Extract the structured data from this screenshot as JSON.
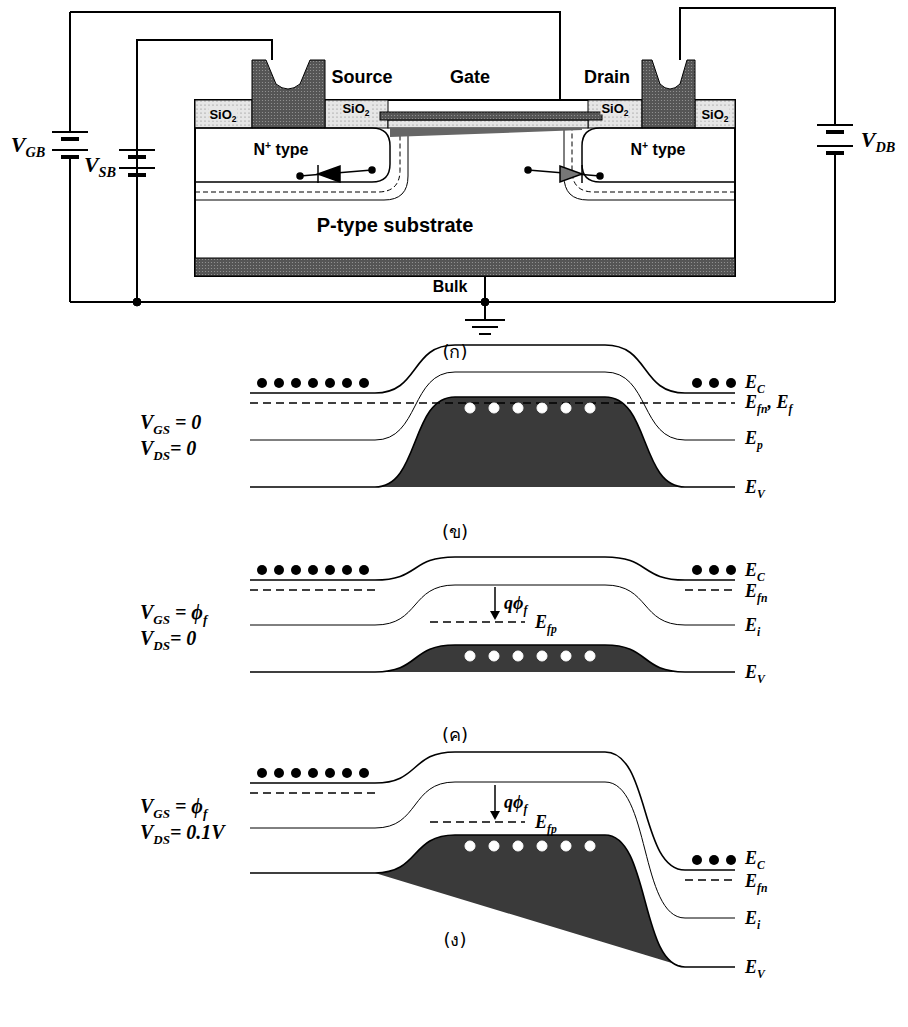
{
  "diagram": {
    "nodes": [
      {
        "text": [
          "P-type substrate"
        ]
      },
      {
        "text": [
          "N+ type"
        ],
        "in": 0
      },
      {
        "text": [
          "N+ type"
        ],
        "in": 0
      }
    ],
    "labels": [
      "VGB",
      "VSB",
      "Source",
      "Gate",
      "Drain",
      "VDB",
      "SiO2",
      "SiO2",
      "SiO2",
      "SiO2",
      "Bulk",
      "(ก)",
      "VGS = 0",
      "VDS= 0",
      "EC",
      "Efn, Ef",
      "Ep",
      "EV",
      "(ข)",
      "VGS = ϕf",
      "VDS= 0",
      "qϕf",
      "Efp",
      "EC",
      "Efn",
      "Ei",
      "EV",
      "(ค)",
      "VGS = ϕf",
      "VDS= 0.1V",
      "qϕf",
      "Efp",
      "EC",
      "Efn",
      "Ei",
      "EV",
      "(ง)"
    ]
  }
}
